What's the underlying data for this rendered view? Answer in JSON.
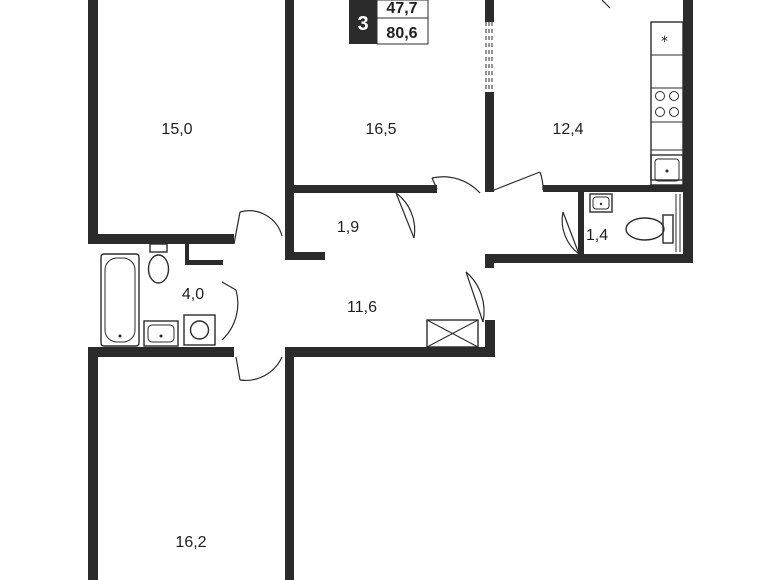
{
  "badge": {
    "rooms": "3",
    "living_area": "47,7",
    "total_area": "80,6"
  },
  "rooms": {
    "bedroom_top_left": "15,0",
    "bedroom_top_middle": "16,5",
    "kitchen": "12,4",
    "closet": "1,9",
    "toilet": "1,4",
    "bathroom": "4,0",
    "hall": "11,6",
    "bedroom_bottom": "16,2"
  }
}
